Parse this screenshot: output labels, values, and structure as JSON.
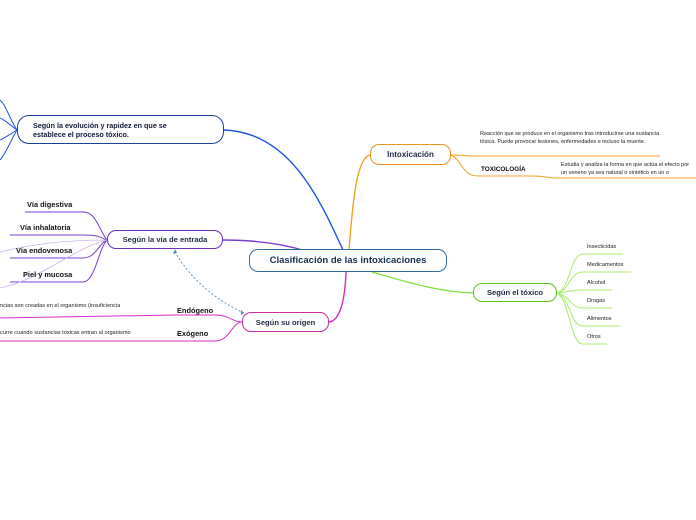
{
  "central": {
    "title": "Clasificación de las intoxicaciones"
  },
  "branches": {
    "evolucion": {
      "label": "Según la evolución y rapidez en que se establece el proceso tóxico."
    },
    "via_entrada": {
      "label": "Según la vía de entrada",
      "children": [
        "Vía digestiva",
        "Vía inhalatoria",
        "Vía endovenosa",
        "Piel y mucosa"
      ]
    },
    "origen": {
      "label": "Según su origen",
      "children": [
        {
          "label": "Endógeno",
          "desc": "ncias son creadas en el organismo (insuficiencia"
        },
        {
          "label": "Exógeno",
          "desc": "curre cuando sustancias toxicas entran al organismo"
        }
      ]
    },
    "intoxicacion": {
      "label": "Intoxicación",
      "definition": "Reacción que se produce en el organismo tras introducirse una sustancia tóxica. Puede provocar lesiones, enfermedades e incluso la muerte.",
      "sub": {
        "label": "TOXICOLOGÍA",
        "desc": "Estudia y analiza la forma en que actúa el efecto por un veneno ya sea natural o sintético en un o"
      }
    },
    "toxico": {
      "label": "Según el tóxico",
      "children": [
        "Insecticidas",
        "Medicamentos",
        "Alcohol",
        "Drogas",
        "Alimentos",
        "Otros"
      ]
    }
  },
  "colors": {
    "evolucion": "#1f55e0",
    "via_entrada": "#7b3fd0",
    "origen": "#d62bc6",
    "intoxicacion": "#f0a020",
    "toxico": "#7ee03a",
    "central_border": "#2d6b9e",
    "dashed_link": "#4a90c8"
  }
}
